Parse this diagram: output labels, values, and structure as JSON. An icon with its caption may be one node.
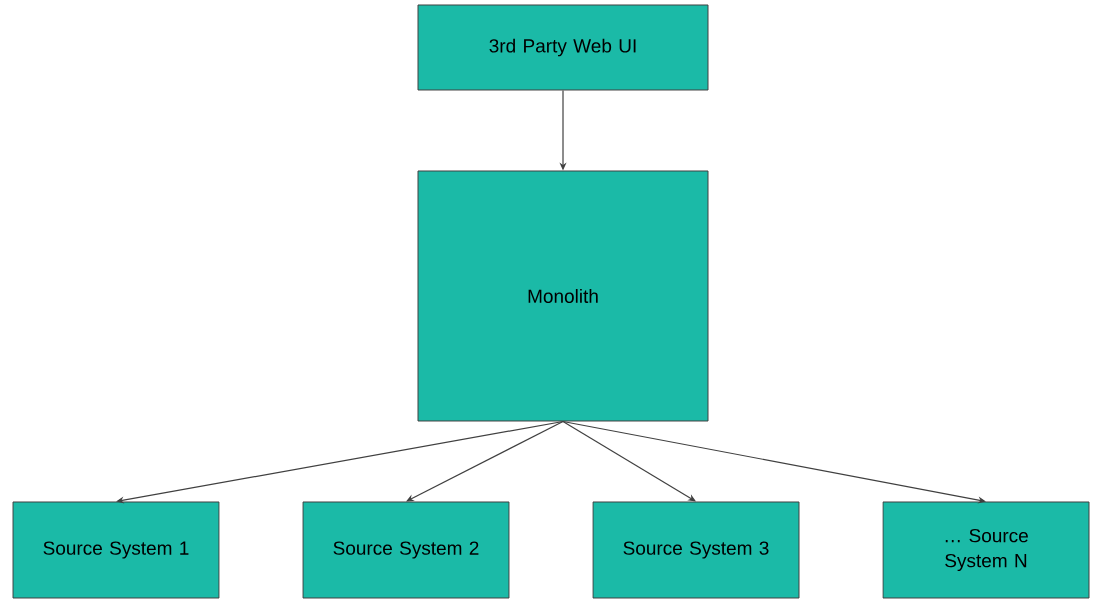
{
  "diagram": {
    "nodes": [
      {
        "text": [
          "3rd Party Web UI"
        ]
      },
      {
        "text": [
          "Monolith"
        ]
      },
      {
        "text": [
          "Source System 1"
        ]
      },
      {
        "text": [
          "Source System 2"
        ]
      },
      {
        "text": [
          "Source System 3"
        ]
      },
      {
        "text": [
          "… Source System N"
        ]
      }
    ],
    "edges": [
      {
        "from": 0,
        "to": 1,
        "arrow": "to"
      },
      {
        "from": 1,
        "to": 2,
        "arrow": "to"
      },
      {
        "from": 1,
        "to": 3,
        "arrow": "to"
      },
      {
        "from": 1,
        "to": 4,
        "arrow": "to"
      },
      {
        "from": 1,
        "to": 5,
        "arrow": "to"
      }
    ]
  }
}
